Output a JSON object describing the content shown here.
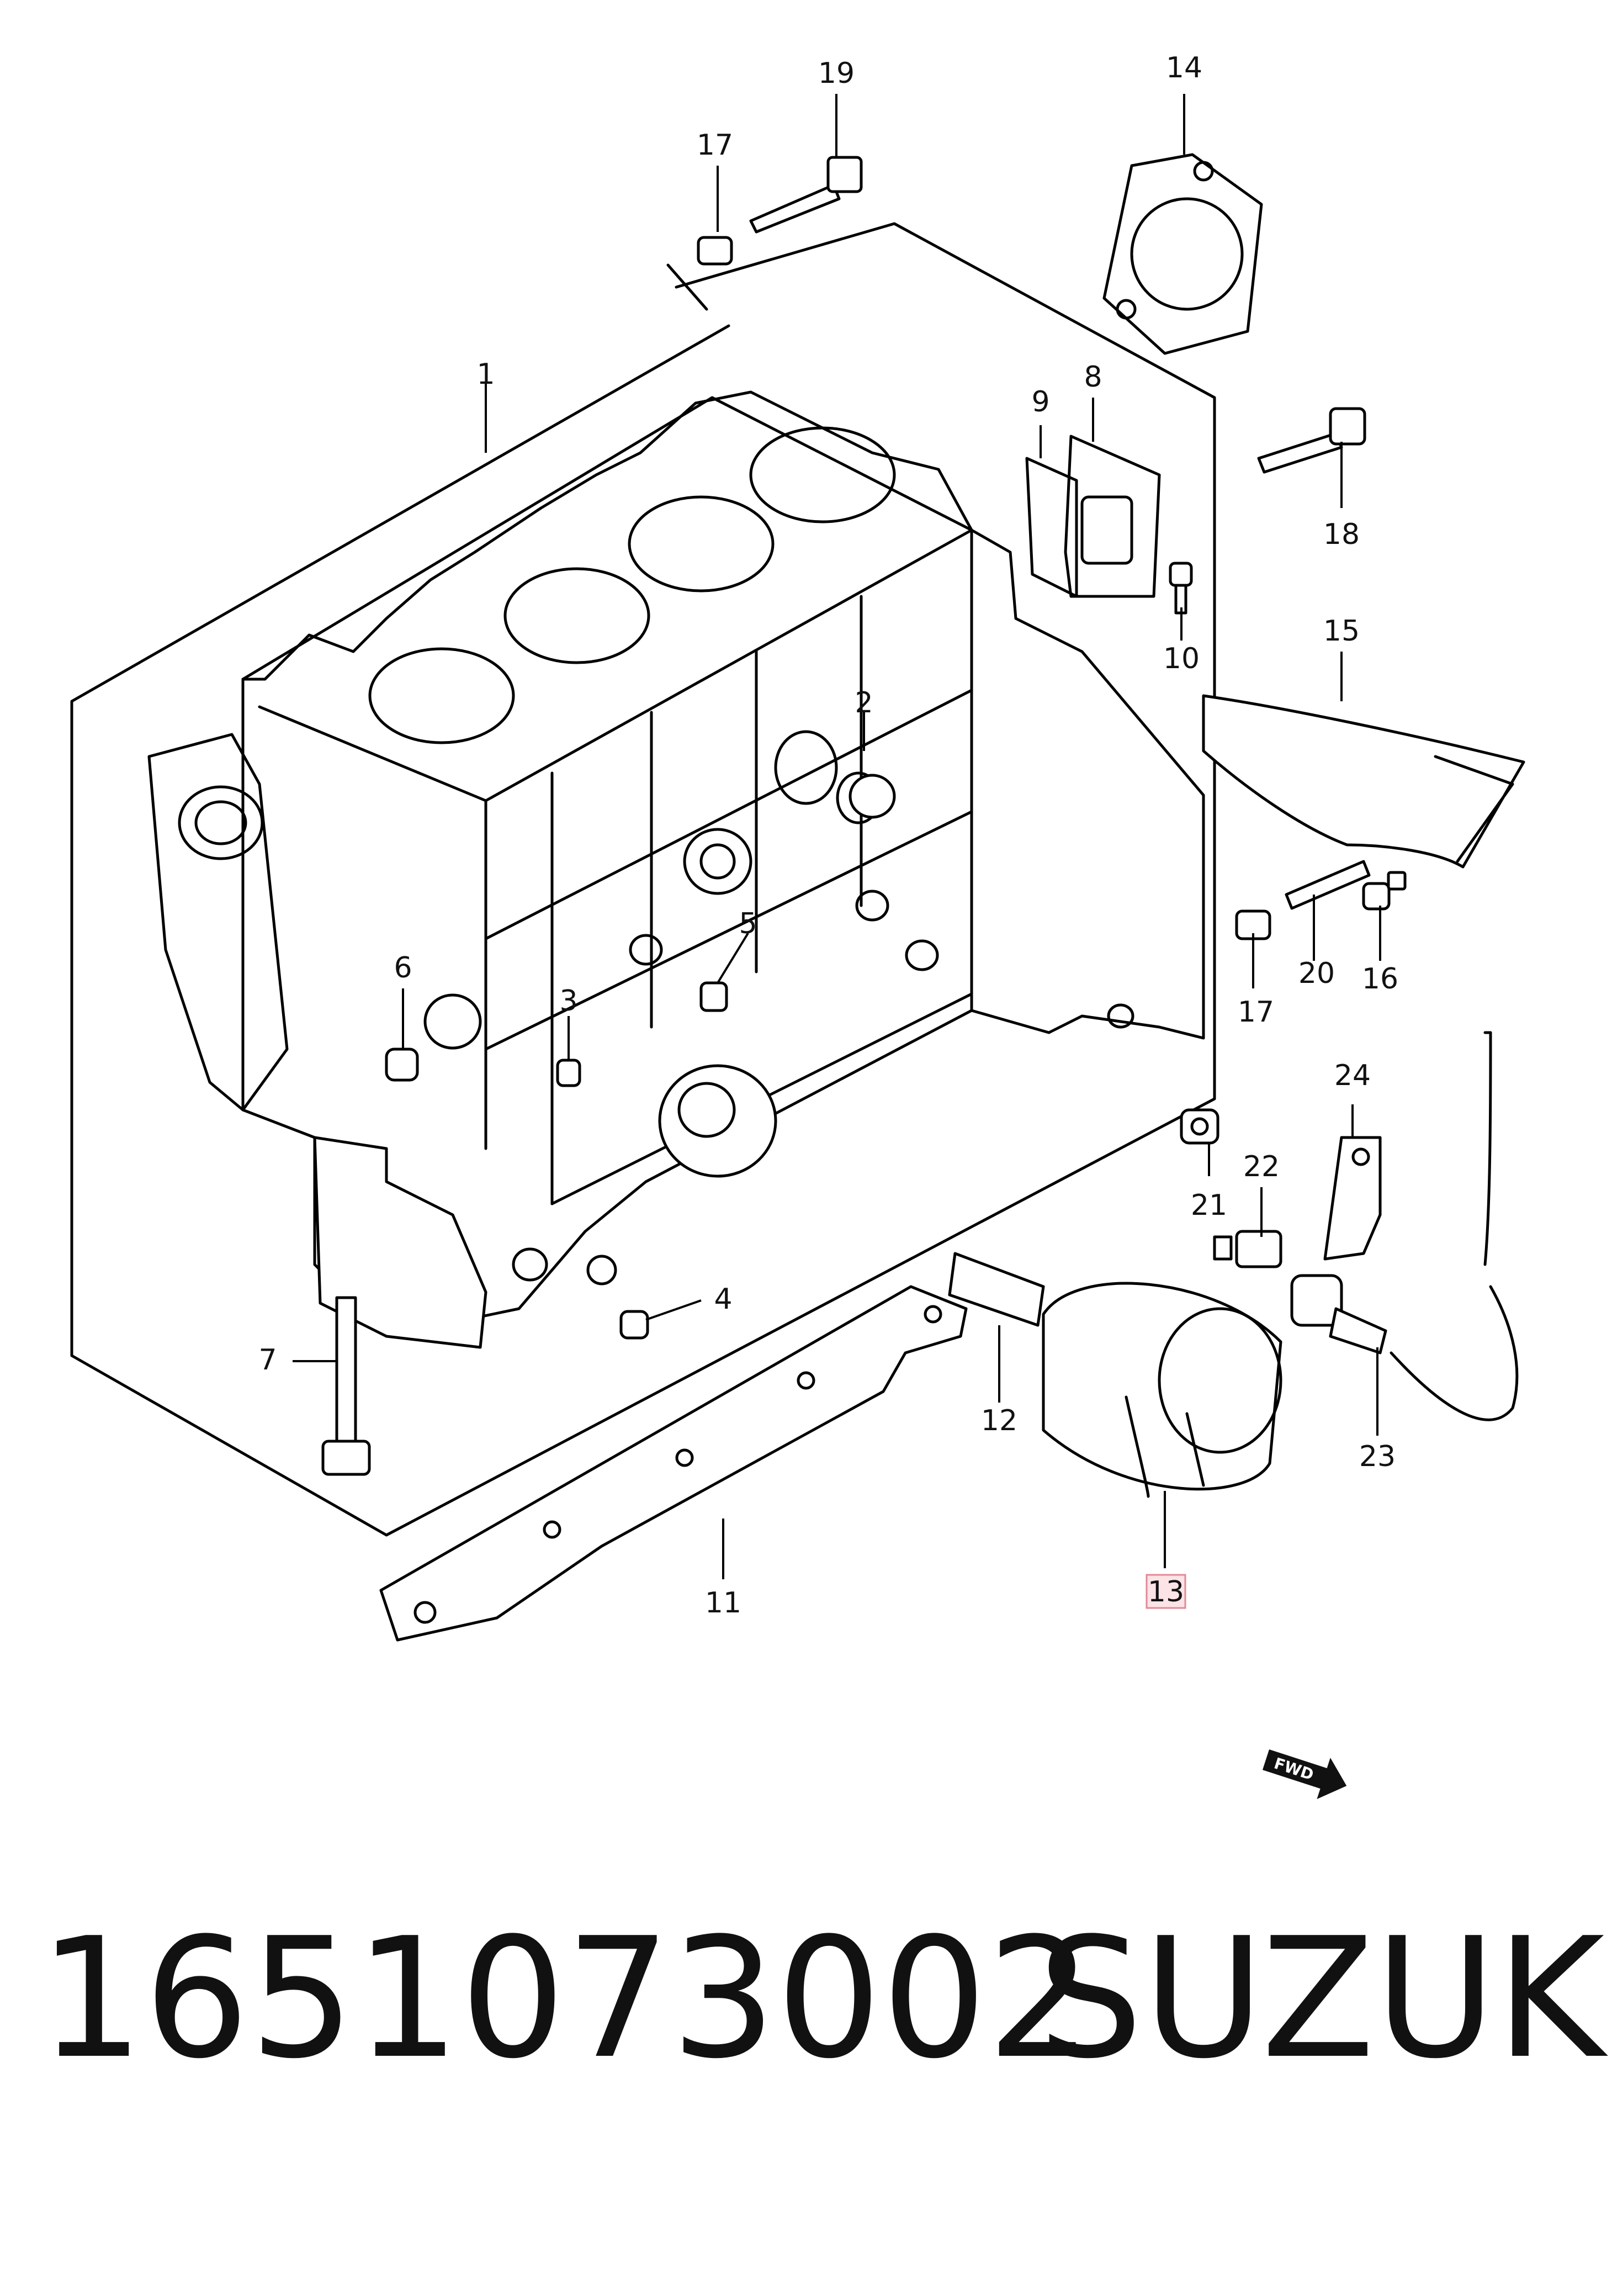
{
  "diagram": {
    "callouts": {
      "c1": "1",
      "c2": "2",
      "c3": "3",
      "c4": "4",
      "c5": "5",
      "c6": "6",
      "c7": "7",
      "c8": "8",
      "c9": "9",
      "c10": "10",
      "c11": "11",
      "c12": "12",
      "c13": "13",
      "c14": "14",
      "c15": "15",
      "c16": "16",
      "c17a": "17",
      "c17b": "17",
      "c18": "18",
      "c19": "19",
      "c20": "20",
      "c21": "21",
      "c22": "22",
      "c23": "23",
      "c24": "24"
    },
    "highlighted_callout": "13",
    "fwd_marker": "FWD"
  },
  "footer": {
    "part_number": "1651073002",
    "brand": "SUZUKI"
  },
  "colors": {
    "line": "#000000",
    "highlight_fill": "#fbe3e6",
    "highlight_stroke": "#e08a96",
    "background": "#ffffff"
  }
}
